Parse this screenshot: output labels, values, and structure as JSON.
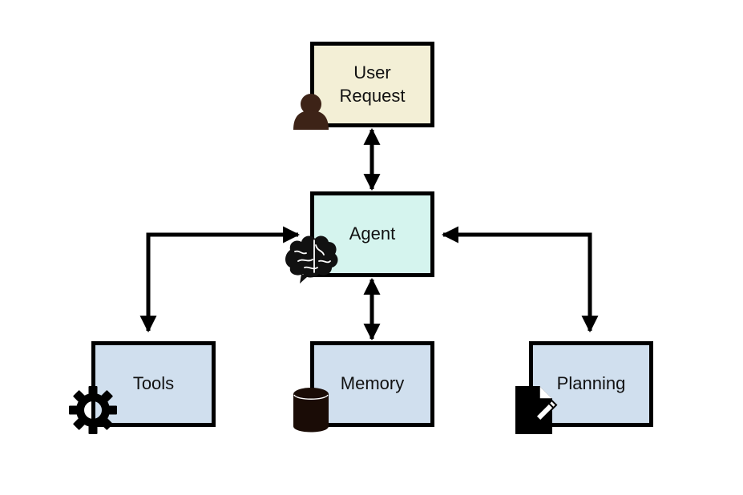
{
  "nodes": {
    "user_request": {
      "label": "User Request",
      "fill": "#f3efd6"
    },
    "agent": {
      "label": "Agent",
      "fill": "#d5f4ee"
    },
    "tools": {
      "label": "Tools",
      "fill": "#d0dfee"
    },
    "memory": {
      "label": "Memory",
      "fill": "#d0dfee"
    },
    "planning": {
      "label": "Planning",
      "fill": "#d0dfee"
    }
  },
  "icons": {
    "user_request": "person-icon",
    "agent": "brain-icon",
    "tools": "gear-icon",
    "memory": "database-icon",
    "planning": "document-pencil-icon"
  },
  "colors": {
    "stroke": "#000000",
    "person": "#3d2317"
  }
}
